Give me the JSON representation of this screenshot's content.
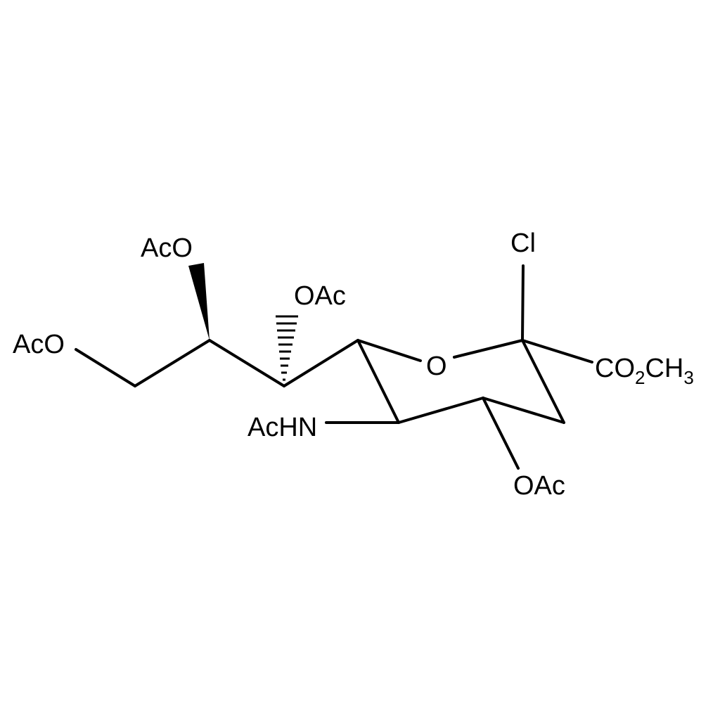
{
  "labels": {
    "acetoxy_terminal": "AcO",
    "acetoxy_upper": "AcO",
    "acetoxy_hashed": "OAc",
    "ring_oxygen": "O",
    "chloro": "Cl",
    "ester_prefix": "CO",
    "ester_subscript": "2",
    "ester_suffix": "CH",
    "ester_subscript_2": "3",
    "acetamido": "AcHN",
    "acetoxy_ring": "OAc"
  },
  "colors": {
    "ink": "#000000",
    "background": "#ffffff"
  }
}
